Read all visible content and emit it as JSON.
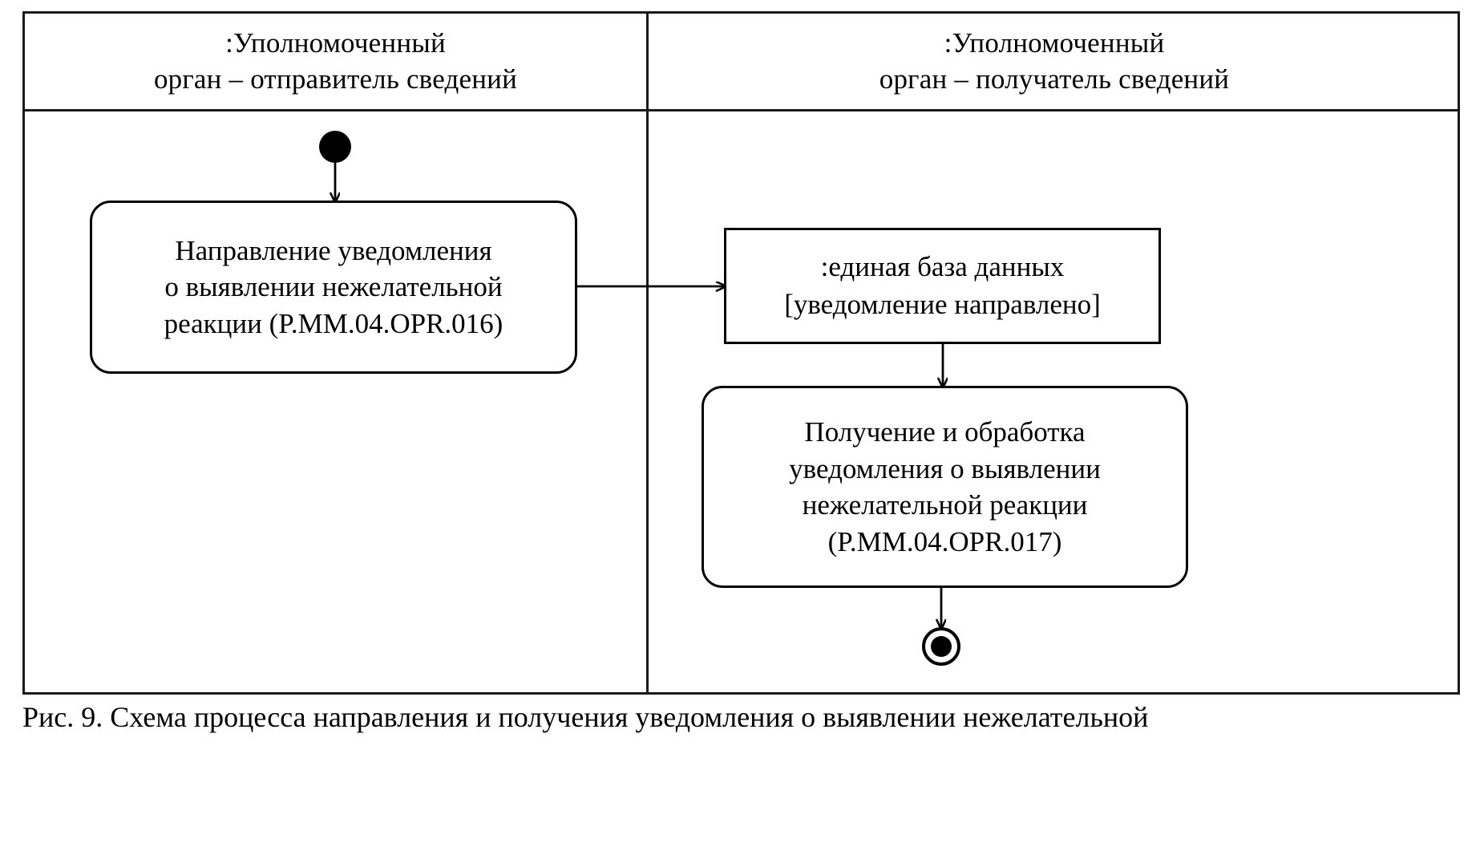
{
  "diagram": {
    "type": "uml-activity-diagram",
    "title_visible": false,
    "lanes": [
      {
        "id": "sender",
        "header_lines": [
          ":Уполномоченный",
          "орган – отправитель сведений"
        ]
      },
      {
        "id": "receiver",
        "header_lines": [
          ":Уполномоченный",
          "орган – получатель сведений"
        ]
      }
    ],
    "nodes": {
      "initial": {
        "kind": "initial-node",
        "lane": "sender"
      },
      "activity_send": {
        "kind": "activity",
        "lane": "sender",
        "lines": [
          "Направление уведомления",
          "о выявлении нежелательной",
          "реакции (P.MM.04.OPR.016)"
        ]
      },
      "object_db": {
        "kind": "object-node",
        "lane": "receiver",
        "lines": [
          ":единая база данных",
          "[уведомление направлено]"
        ]
      },
      "activity_receive": {
        "kind": "activity",
        "lane": "receiver",
        "lines": [
          "Получение и обработка",
          "уведомления о выявлении",
          "нежелательной реакции",
          "(P.MM.04.OPR.017)"
        ]
      },
      "final": {
        "kind": "activity-final-node",
        "lane": "receiver"
      }
    },
    "edges": [
      {
        "from": "initial",
        "to": "activity_send",
        "label": ""
      },
      {
        "from": "activity_send",
        "to": "object_db",
        "label": ""
      },
      {
        "from": "object_db",
        "to": "activity_receive",
        "label": ""
      },
      {
        "from": "activity_receive",
        "to": "final",
        "label": ""
      }
    ]
  },
  "caption": {
    "text": "Рис. 9. Схема процесса направления и получения уведомления о выявлении нежелательной"
  },
  "colors": {
    "stroke": "#000000",
    "background": "#ffffff",
    "text": "#000000"
  }
}
